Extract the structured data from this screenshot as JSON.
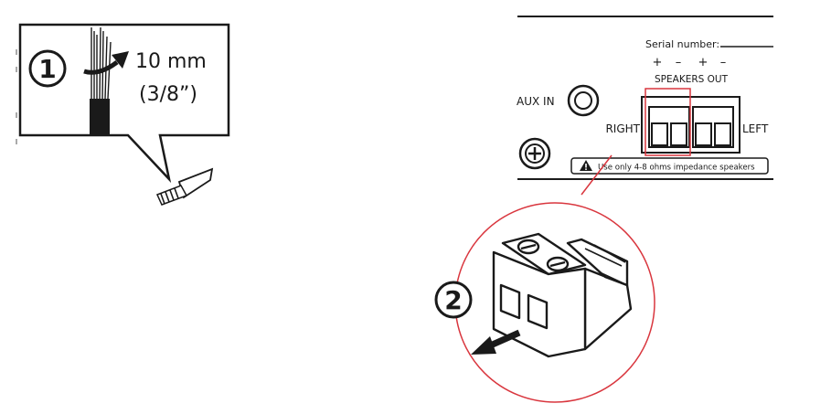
{
  "step1": {
    "number": "1",
    "length": "10 mm",
    "length_imperial": "(3/8”)"
  },
  "panel": {
    "serial_label": "Serial number:",
    "polarity": [
      "+",
      "–",
      "+",
      "–"
    ],
    "speakers_out": "SPEAKERS OUT",
    "aux_in": "AUX IN",
    "right": "RIGHT",
    "left": "LEFT",
    "warning": "Use only  4-8 ohms impedance speakers"
  },
  "step2": {
    "number": "2"
  },
  "colors": {
    "line": "#1a1a1a",
    "highlight": "#d9363e",
    "background": "#ffffff"
  }
}
